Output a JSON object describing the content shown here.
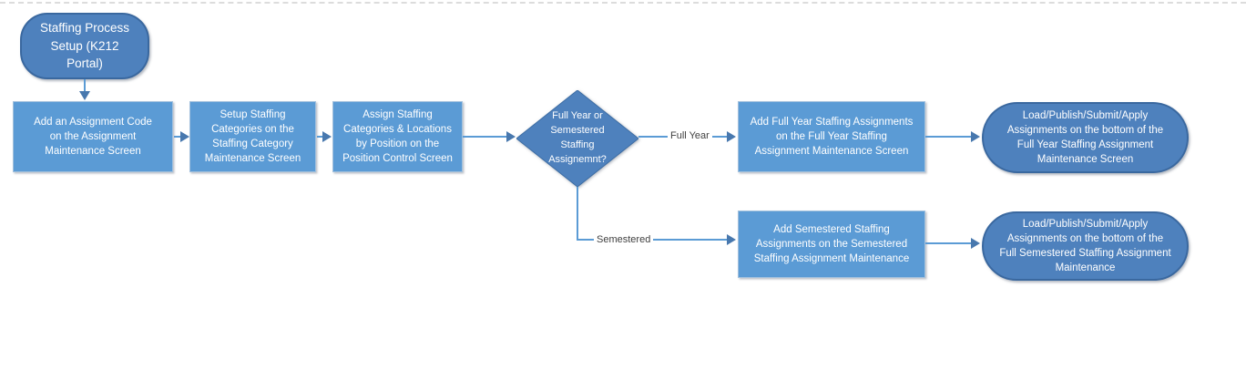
{
  "flowchart": {
    "colors": {
      "process_fill": "#5b9bd5",
      "terminator_fill": "#4e81bd",
      "decision_fill": "#4e81bd",
      "connector": "#5b9bd5",
      "arrowhead": "#4878ae",
      "shape_text": "#ffffff",
      "edge_label_text": "#404040"
    },
    "nodes": {
      "start": {
        "type": "terminator",
        "label": [
          "Staffing Process",
          "Setup (K212",
          "Portal)"
        ]
      },
      "step1": {
        "type": "process",
        "label": [
          "Add an Assignment Code",
          "on the Assignment",
          "Maintenance Screen"
        ]
      },
      "step2": {
        "type": "process",
        "label": [
          "Setup Staffing",
          "Categories on the",
          "Staffing Category",
          "Maintenance Screen"
        ]
      },
      "step3": {
        "type": "process",
        "label": [
          "Assign Staffing",
          "Categories & Locations",
          "by Position on the",
          "Position Control Screen"
        ]
      },
      "decision": {
        "type": "decision",
        "label": [
          "Full Year or",
          "Semestered",
          "Staffing",
          "Assignemnt?"
        ]
      },
      "full_year_step": {
        "type": "process",
        "label": [
          "Add Full Year Staffing Assignments",
          "on the Full Year Staffing",
          "Assignment Maintenance Screen"
        ]
      },
      "full_year_end": {
        "type": "terminator",
        "label": [
          "Load/Publish/Submit/Apply",
          "Assignments on the bottom of the",
          "Full Year Staffing Assignment",
          "Maintenance Screen"
        ]
      },
      "semestered_step": {
        "type": "process",
        "label": [
          "Add Semestered Staffing",
          "Assignments on the Semestered",
          "Staffing Assignment Maintenance"
        ]
      },
      "semestered_end": {
        "type": "terminator",
        "label": [
          "Load/Publish/Submit/Apply",
          "Assignments on the bottom of the",
          "Full Semestered Staffing Assignment",
          "Maintenance"
        ]
      }
    },
    "edges": {
      "full_year_label": "Full Year",
      "semestered_label": "Semestered"
    }
  }
}
